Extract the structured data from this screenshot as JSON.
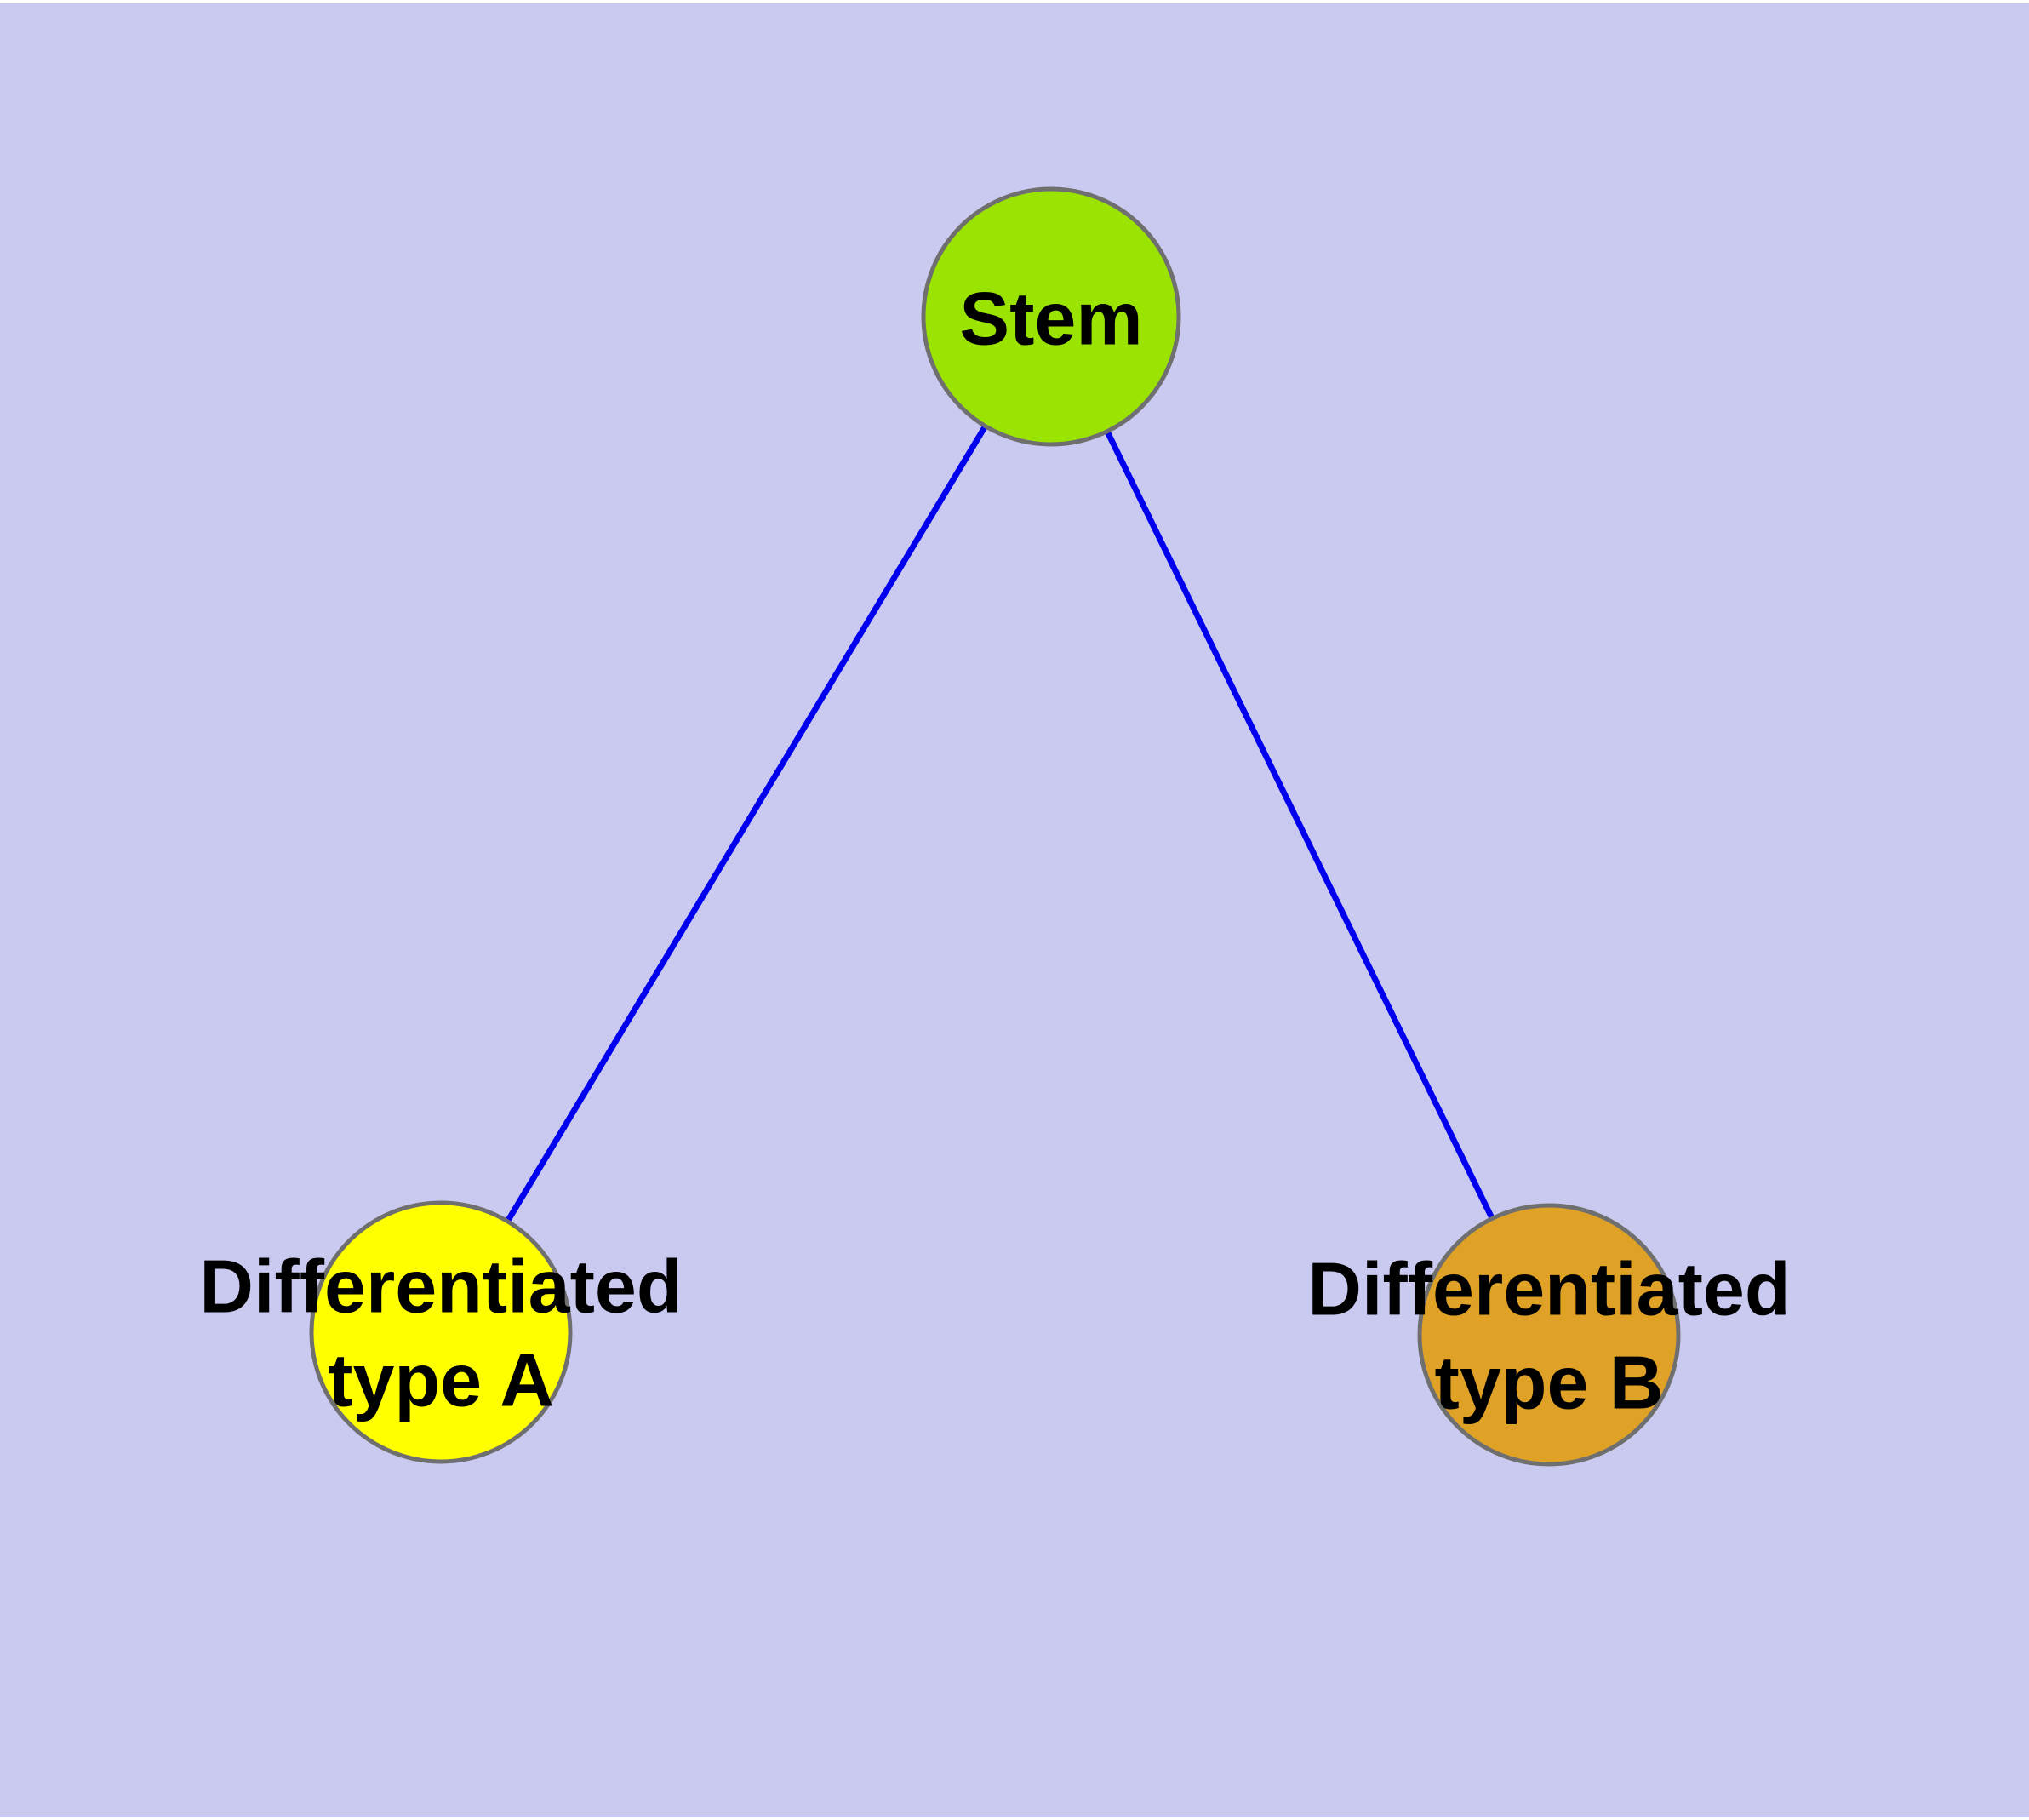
{
  "figure": {
    "canvas_background_color": "#CACAF0",
    "outer_margin_color": "#FFFFFF"
  },
  "graph": {
    "nodes": [
      {
        "id": "stem",
        "label": "Stem",
        "fill_color": "#9BE300",
        "border_color": "#6F6F6F",
        "text_color": "#000000"
      },
      {
        "id": "differentiated-type-a",
        "label": "Differentiated type A",
        "lines": [
          "Differentiated",
          "type A"
        ],
        "fill_color": "#FFFF00",
        "border_color": "#6F6F6F",
        "text_color": "#000000"
      },
      {
        "id": "differentiated-type-b",
        "label": "Differentiated type B",
        "lines": [
          "Differentiated",
          "type B"
        ],
        "fill_color": "#DFA126",
        "border_color": "#6F6F6F",
        "text_color": "#000000"
      }
    ],
    "edges": [
      {
        "from": "stem",
        "to": "differentiated-type-a",
        "color": "#0000EE"
      },
      {
        "from": "stem",
        "to": "differentiated-type-b",
        "color": "#0000EE"
      }
    ]
  }
}
